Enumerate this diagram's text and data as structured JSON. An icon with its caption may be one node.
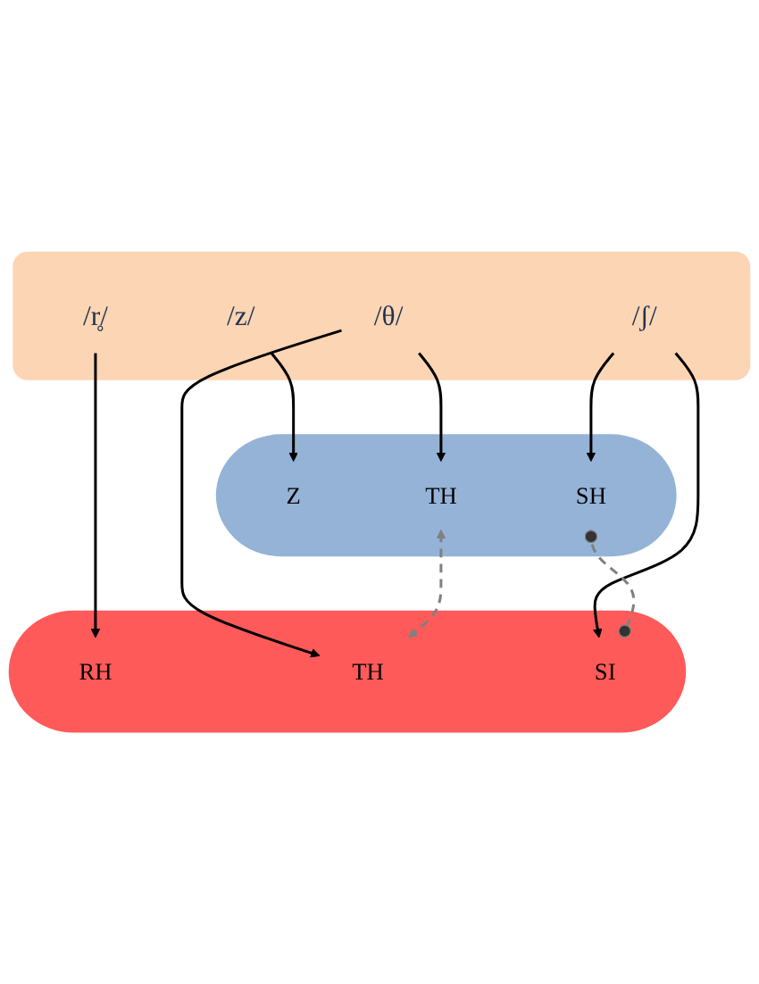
{
  "diagram": {
    "nodes": [
      {
        "text": [],
        "shape": "box"
      },
      {
        "text": [
          "/z/"
        ],
        "in": 0
      },
      {
        "text": [
          "/θ/"
        ],
        "in": 0
      },
      {
        "text": [
          "/ʃ/"
        ],
        "in": 0
      },
      {
        "text": [
          "/r̥/"
        ],
        "in": 0
      },
      {
        "text": [],
        "shape": "ellipse"
      },
      {
        "text": [
          "Z"
        ],
        "in": 5
      },
      {
        "text": [
          "TH"
        ],
        "in": 5
      },
      {
        "text": [
          "SH"
        ],
        "in": 5
      },
      {
        "text": [],
        "shape": "ellipse"
      },
      {
        "text": [
          "RH"
        ],
        "in": 9
      },
      {
        "text": [
          "TH"
        ],
        "in": 9
      },
      {
        "text": [
          "SI"
        ],
        "in": 9
      }
    ],
    "edges": [
      {
        "from": 1,
        "to": 6,
        "arrow": "to"
      },
      {
        "from": 2,
        "to": 7,
        "arrow": "to"
      },
      {
        "from": 2,
        "to": 11,
        "arrow": "to"
      },
      {
        "from": 3,
        "to": 8,
        "arrow": "to"
      },
      {
        "from": 3,
        "to": 12,
        "arrow": "to"
      },
      {
        "from": 4,
        "to": 10,
        "arrow": "to"
      },
      {
        "from": 7,
        "to": 11,
        "arrow": "both",
        "style": "dashed",
        "color": "#808080"
      },
      {
        "from": 8,
        "to": 12,
        "arrow": "other",
        "style": "dashed",
        "color": "#808080"
      }
    ]
  }
}
